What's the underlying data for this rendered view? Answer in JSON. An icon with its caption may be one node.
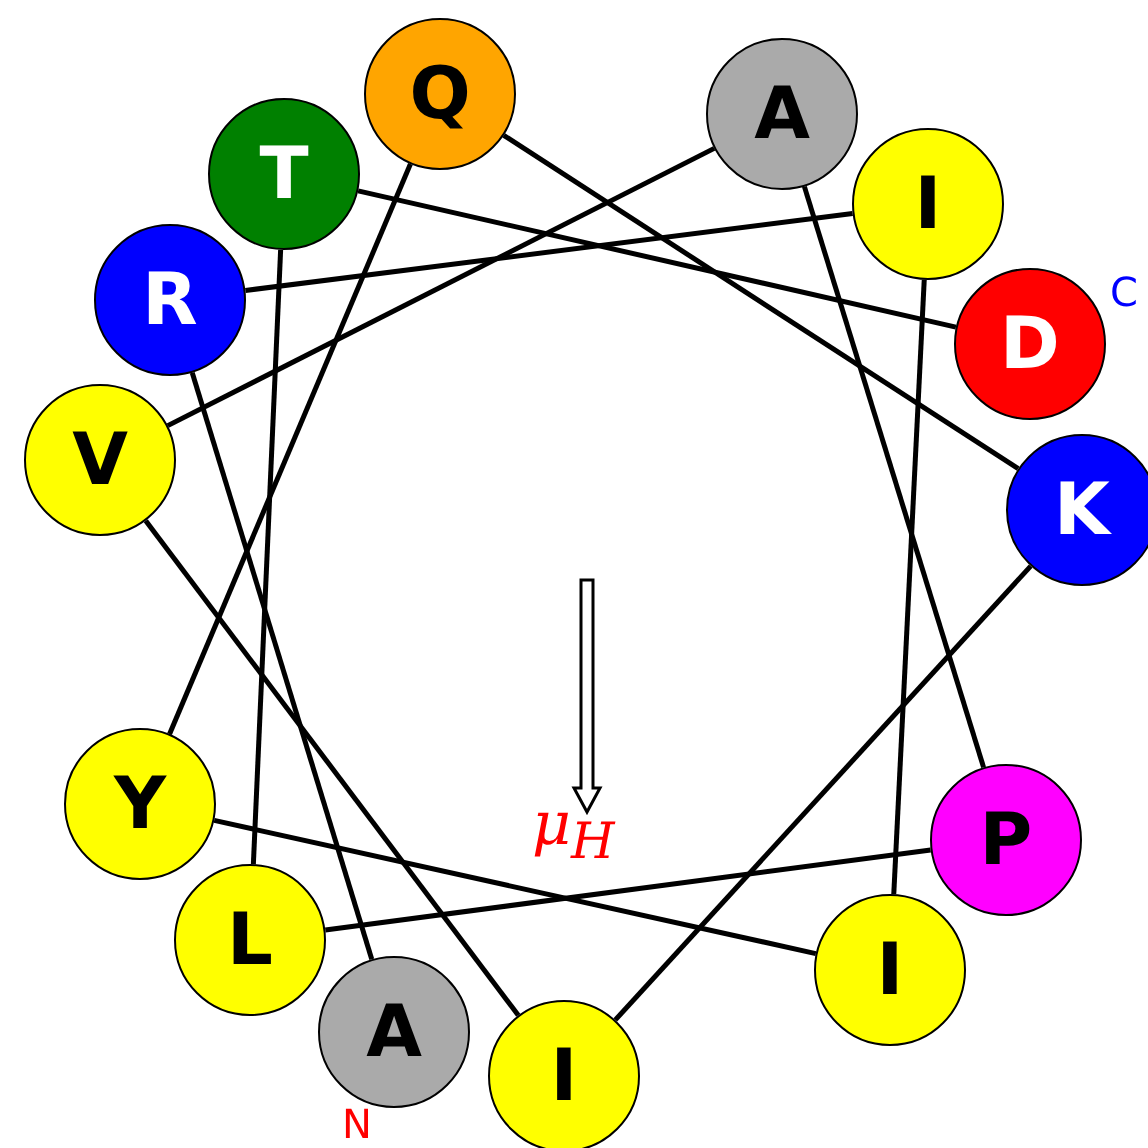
{
  "diagram": {
    "nodes": [
      {
        "text": [
          "Q"
        ]
      },
      {
        "text": [
          "A"
        ]
      },
      {
        "text": [
          "T"
        ]
      },
      {
        "text": [
          "I"
        ]
      },
      {
        "text": [
          "R"
        ]
      },
      {
        "text": [
          "D"
        ],
        "beside": [
          "C"
        ]
      },
      {
        "text": [
          "V"
        ]
      },
      {
        "text": [
          "K"
        ]
      },
      {
        "text": [
          "Y"
        ]
      },
      {
        "text": [
          "P"
        ]
      },
      {
        "text": [
          "L"
        ]
      },
      {
        "text": [
          "I"
        ]
      },
      {
        "text": [
          "A"
        ],
        "beside": [
          "N"
        ]
      },
      {
        "text": [
          "I"
        ]
      }
    ],
    "edges": [
      {
        "from": 12,
        "to": 4,
        "arrow": "none"
      },
      {
        "from": 4,
        "to": 3,
        "arrow": "none"
      },
      {
        "from": 3,
        "to": 11,
        "arrow": "none"
      },
      {
        "from": 11,
        "to": 8,
        "arrow": "none"
      },
      {
        "from": 8,
        "to": 0,
        "arrow": "none"
      },
      {
        "from": 0,
        "to": 7,
        "arrow": "none"
      },
      {
        "from": 7,
        "to": 13,
        "arrow": "none"
      },
      {
        "from": 13,
        "to": 6,
        "arrow": "none"
      },
      {
        "from": 6,
        "to": 1,
        "arrow": "none"
      },
      {
        "from": 1,
        "to": 9,
        "arrow": "none"
      },
      {
        "from": 9,
        "to": 10,
        "arrow": "none"
      },
      {
        "from": 10,
        "to": 2,
        "arrow": "none"
      },
      {
        "from": 2,
        "to": 5,
        "arrow": "none"
      }
    ],
    "labels": [
      "μ$_{H}$"
    ]
  }
}
